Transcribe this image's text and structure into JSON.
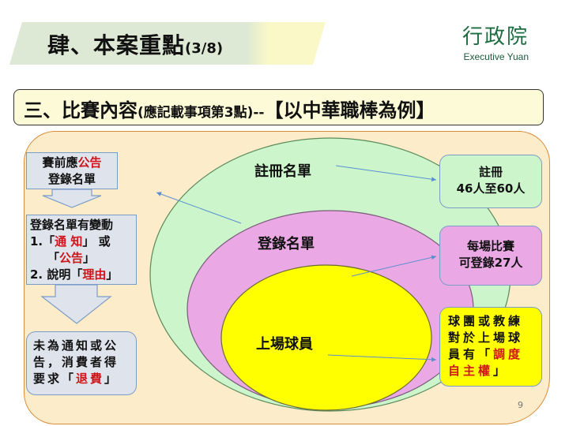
{
  "header": {
    "title": "肆、本案重點",
    "title_suffix": "(3/8)",
    "logo_cn": "行政院",
    "logo_en": "Executive Yuan"
  },
  "subtitle": {
    "main": "三、比賽內容",
    "paren": "(應記載事項第3點)--",
    "example": "【以中華職棒為例】"
  },
  "flow": {
    "box1": {
      "line1a": "賽前應",
      "line1b": "公告",
      "line2": "登錄名單"
    },
    "box2": {
      "line1": "登錄名單有變動",
      "l2a": "1.「",
      "l2b": "通 知",
      "l2c": "」 或",
      "l3a": "「",
      "l3b": "公告",
      "l3c": "」",
      "l4a": "2. 說明「",
      "l4b": "理由",
      "l4c": "」"
    },
    "box3": {
      "line1": "未為通知或公",
      "line2": "告，消費者得",
      "l3a": "要求「",
      "l3b": "退費",
      "l3c": "」"
    }
  },
  "circles": {
    "outer": "註冊名單",
    "middle": "登錄名單",
    "inner": "上場球員"
  },
  "right": {
    "box1": {
      "line1": "註冊",
      "line2": "46人至60人"
    },
    "box2": {
      "line1": "每場比賽",
      "line2": "可登錄27人"
    },
    "box3": {
      "line1": "球團或教練",
      "line2": "對於上場球",
      "l3a": "員有「",
      "l3b": "調度",
      "l4a": "自主權",
      "l4b": "」"
    }
  },
  "page_number": "9",
  "colors": {
    "accent_red": "#d0141a",
    "outer": "#ccf5cc",
    "middle": "#eaa9e4",
    "inner": "#ffff00"
  }
}
